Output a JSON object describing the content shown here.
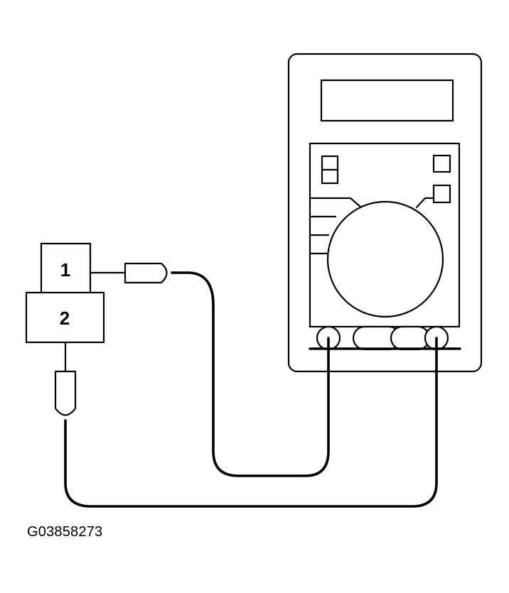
{
  "figure": {
    "id": "G03858273"
  },
  "component": {
    "terminal_1_label": "1",
    "terminal_2_label": "2"
  },
  "meter": {
    "type": "multimeter"
  },
  "colors": {
    "line": "#000000",
    "background": "#ffffff"
  },
  "icons": [
    "multimeter-icon",
    "probe-icon",
    "test-lead-icon",
    "component-icon"
  ]
}
